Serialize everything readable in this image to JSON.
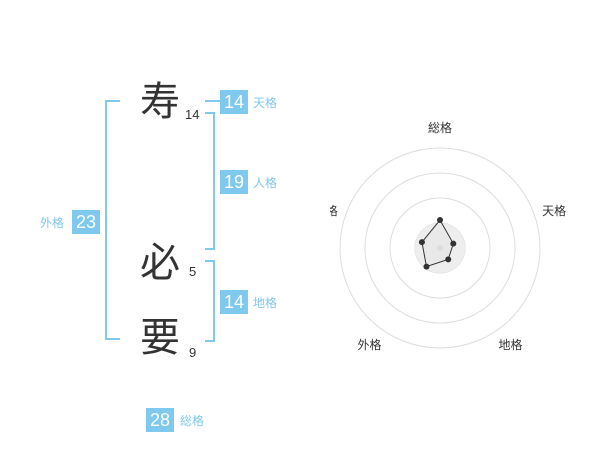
{
  "characters": [
    {
      "char": "寿",
      "strokes": "14"
    },
    {
      "char": "必",
      "strokes": "5"
    },
    {
      "char": "要",
      "strokes": "9"
    }
  ],
  "kaku": {
    "tenkaku": {
      "value": "14",
      "label": "天格"
    },
    "jinkaku": {
      "value": "19",
      "label": "人格"
    },
    "chikaku": {
      "value": "14",
      "label": "地格"
    },
    "gaikaku": {
      "value": "23",
      "label": "外格"
    },
    "soukaku": {
      "value": "28",
      "label": "総格"
    }
  },
  "colors": {
    "accent": "#7fc8ee",
    "text": "#333333"
  },
  "chart_data": {
    "type": "radar",
    "axes": [
      "総格",
      "天格",
      "地格",
      "外格",
      "人格"
    ],
    "values": [
      28,
      14,
      14,
      23,
      19
    ],
    "rings": 4,
    "ring_max": 100
  }
}
